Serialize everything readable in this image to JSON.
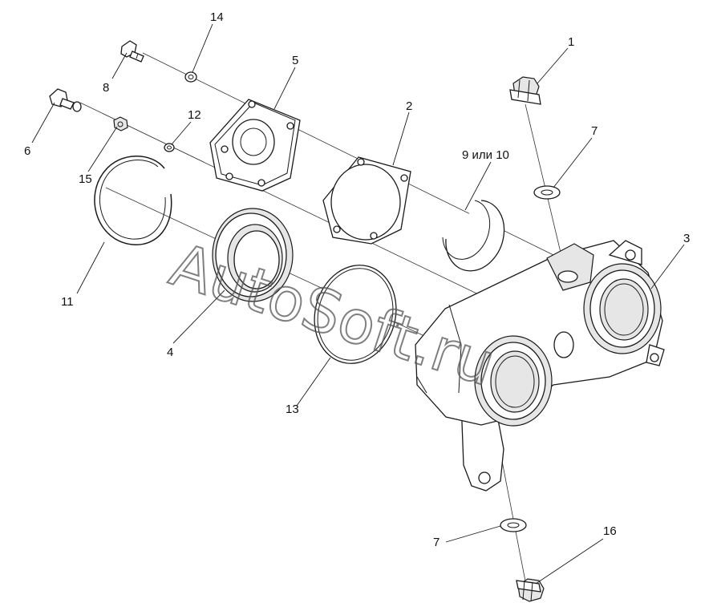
{
  "diagram": {
    "type": "exploded-parts-drawing",
    "callouts": [
      {
        "id": "c1",
        "text": "1"
      },
      {
        "id": "c2",
        "text": "2"
      },
      {
        "id": "c3",
        "text": "3"
      },
      {
        "id": "c4",
        "text": "4"
      },
      {
        "id": "c5",
        "text": "5"
      },
      {
        "id": "c6",
        "text": "6"
      },
      {
        "id": "c7a",
        "text": "7"
      },
      {
        "id": "c7b",
        "text": "7"
      },
      {
        "id": "c8",
        "text": "8"
      },
      {
        "id": "c9",
        "text": "9 или  10"
      },
      {
        "id": "c11",
        "text": "11"
      },
      {
        "id": "c12",
        "text": "12"
      },
      {
        "id": "c13",
        "text": "13"
      },
      {
        "id": "c14",
        "text": "14"
      },
      {
        "id": "c15",
        "text": "15"
      },
      {
        "id": "c16",
        "text": "16"
      }
    ],
    "watermark": "AutoSoft.ru",
    "colors": {
      "line": "#1a1a1a",
      "background": "#ffffff"
    }
  }
}
